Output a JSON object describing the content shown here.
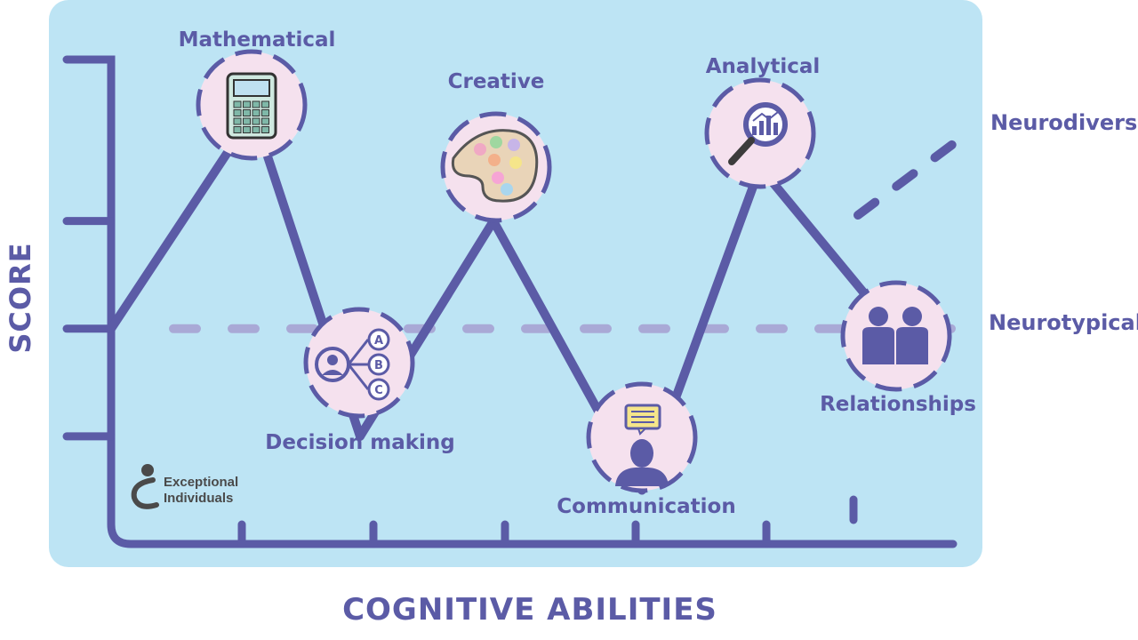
{
  "chart_data": {
    "type": "line",
    "xlabel": "COGNITIVE ABILITIES",
    "ylabel": "SCORE",
    "categories": [
      "Mathematical",
      "Decision making",
      "Creative",
      "Communication",
      "Analytical",
      "Relationships"
    ],
    "series": [
      {
        "name": "Neurodiverse",
        "values": [
          4,
          1,
          3,
          0.5,
          3.5,
          2
        ]
      },
      {
        "name": "Neurotypical",
        "values": [
          2,
          2,
          2,
          2,
          2,
          2
        ]
      }
    ],
    "ylim": [
      0,
      4.5
    ],
    "grid": false
  },
  "icons": [
    "calculator-icon",
    "decision-tree-icon",
    "palette-icon",
    "speaking-person-icon",
    "magnifier-chart-icon",
    "people-pair-icon"
  ],
  "brand": {
    "line1": "Exceptional",
    "line2": "Individuals"
  },
  "colors": {
    "panel": "#bde4f4",
    "line": "#5b5ba6",
    "circle_fill": "#f5e1ee",
    "typical_dash": "#a9a9d6",
    "text": "#5b5ba6"
  }
}
